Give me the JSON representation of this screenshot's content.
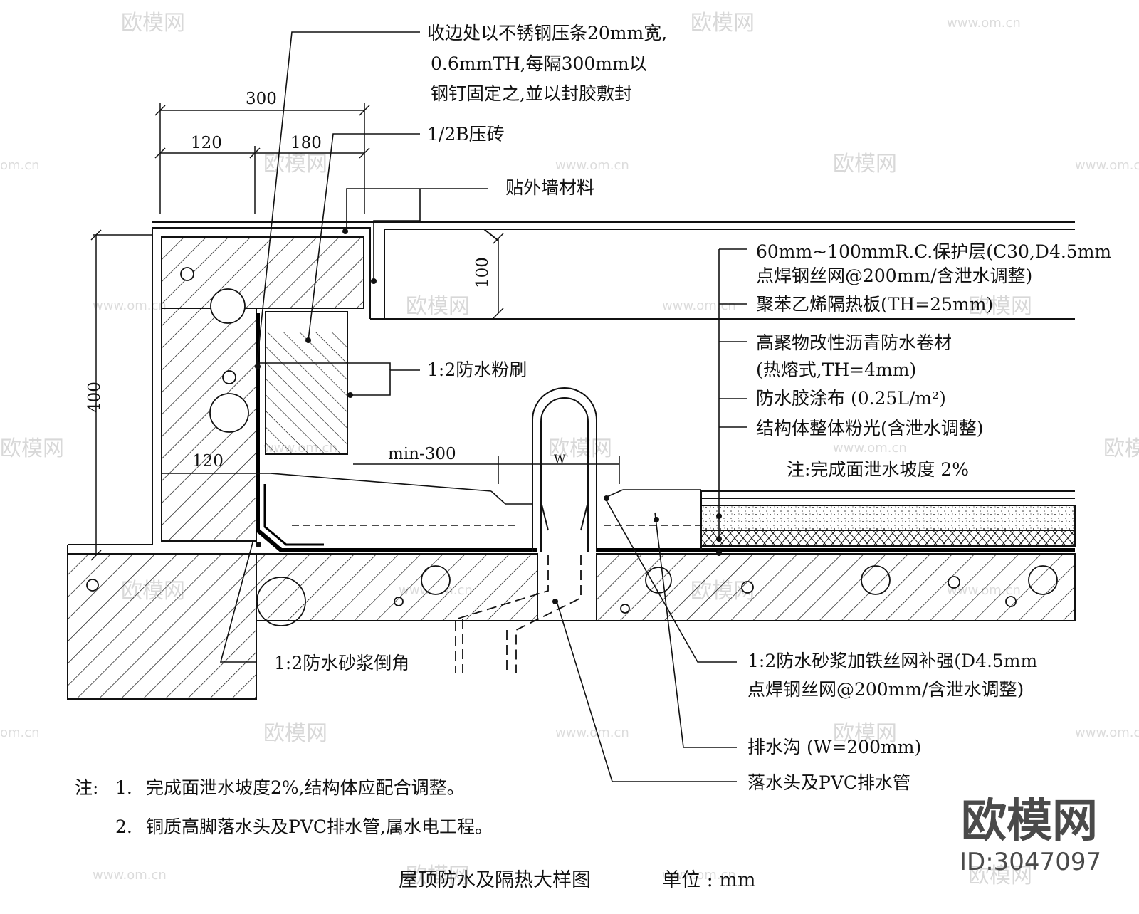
{
  "dimensions": {
    "d300": "300",
    "d120_top": "120",
    "d180": "180",
    "d100": "100",
    "d400": "400",
    "d120_mid": "120",
    "min300": "min-300",
    "w": "W"
  },
  "callouts": {
    "stainless_strip_1": "收边处以不锈钢压条20mm宽,",
    "stainless_strip_2": "0.6mmTH,每隔300mm以",
    "stainless_strip_3": "钢钉固定之,並以封胶敷封",
    "brick": "1/2B压砖",
    "wall_finish": "贴外墙材料",
    "rc_layer_1": "60mm~100mmR.C.保护层(C30,D4.5mm",
    "rc_layer_2": "点焊钢丝网@200mm/含泄水调整)",
    "insulation": "聚苯乙烯隔热板(TH=25mm)",
    "membrane_1": "高聚物改性沥青防水卷材",
    "membrane_2": "(热熔式,TH=4mm)",
    "waterproof_glue": "防水胶涂布 (0.25L/m²)",
    "structure_plaster": "结构体整体粉光(含泄水调整)",
    "slope_note": "注:完成面泄水坡度 2%",
    "waterproof_brush": "1:2防水粉刷",
    "mortar_chamfer": "1:2防水砂浆倒角",
    "mesh_reinforce_1": "1:2防水砂浆加铁丝网补强(D4.5mm",
    "mesh_reinforce_2": "点焊钢丝网@200mm/含泄水调整)",
    "drain_ditch": "排水沟 (W=200mm)",
    "drain_pipe": "落水头及PVC排水管"
  },
  "notes": {
    "prefix": "注:",
    "n1_num": "1.",
    "n1_text": "完成面泄水坡度2%,结构体应配合调整。",
    "n2_num": "2.",
    "n2_text": "铜质高脚落水头及PVC排水管,属水电工程。"
  },
  "title": {
    "main": "屋顶防水及隔热大样图",
    "unit": "单位 : mm"
  },
  "watermark": {
    "brand": "欧模网",
    "site": "www.om.cn",
    "site_short": "om.cn",
    "logo": "欧模网",
    "id": "ID:3047097"
  }
}
